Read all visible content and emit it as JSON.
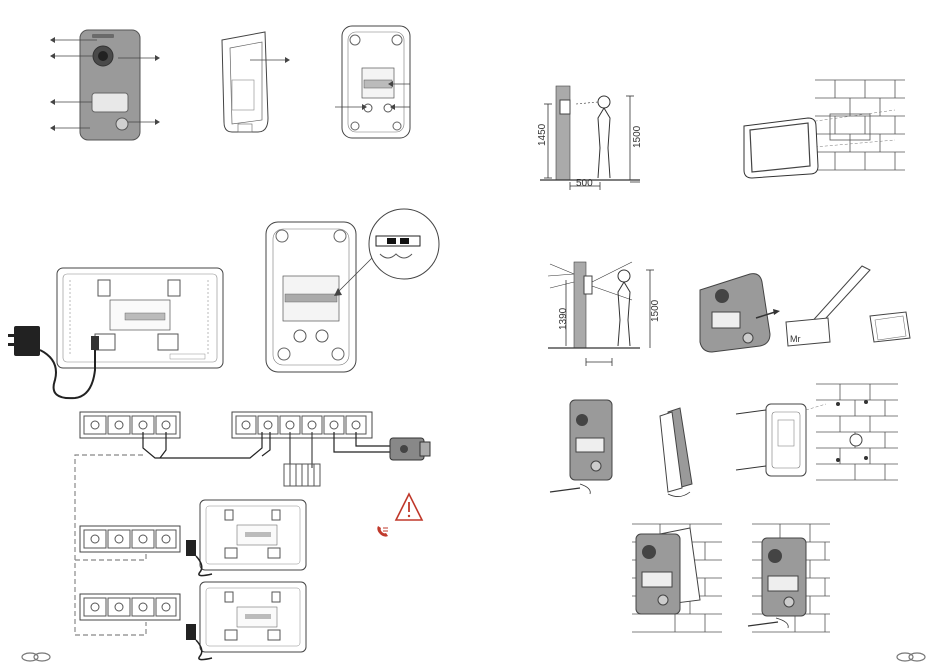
{
  "heights": {
    "camera_height": "1450",
    "eye_height": "1500",
    "distance": "500",
    "camera_height_2": "1390",
    "eye_height_2": "1500"
  },
  "labels": {
    "name_card": "Mr"
  },
  "colors": {
    "warning": "#c0392b",
    "phone": "#c0392b",
    "panel_dark": "#8a8a8a",
    "wire_dash": "#888888"
  },
  "icons": {
    "warning": "warning-triangle-icon",
    "phone": "phone-icon",
    "footer_left": "chain-logo-icon",
    "footer_right": "chain-logo-icon"
  }
}
